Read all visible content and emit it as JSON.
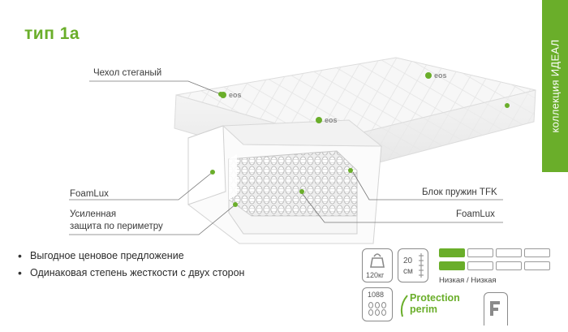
{
  "title": "тип 1а",
  "collection": "коллекция ИДЕАЛ",
  "callouts": {
    "cover": "Чехол стеганый",
    "foamlux_left": "FoamLux",
    "perimeter_line1": "Усиленная",
    "perimeter_line2": "защита по периметру",
    "spring_block": "Блок пружин TFK",
    "foamlux_right": "FoamLux"
  },
  "brand_mark": "eos",
  "features": [
    "Выгодное ценовое предложение",
    "Одинаковая степень жесткости с двух сторон"
  ],
  "specs": {
    "load": "120кг",
    "height_value": "20",
    "height_unit": "см",
    "springs": "1088",
    "hardness_label": "Низкая / Низкая",
    "hardness_levels": 4,
    "hardness_side_a": 1,
    "hardness_side_b": 1,
    "protection_line1": "Protection",
    "protection_line2": "perim"
  },
  "colors": {
    "accent": "#6aae2a",
    "text": "#3a3a3a",
    "icon_gray": "#8a8a8a"
  }
}
